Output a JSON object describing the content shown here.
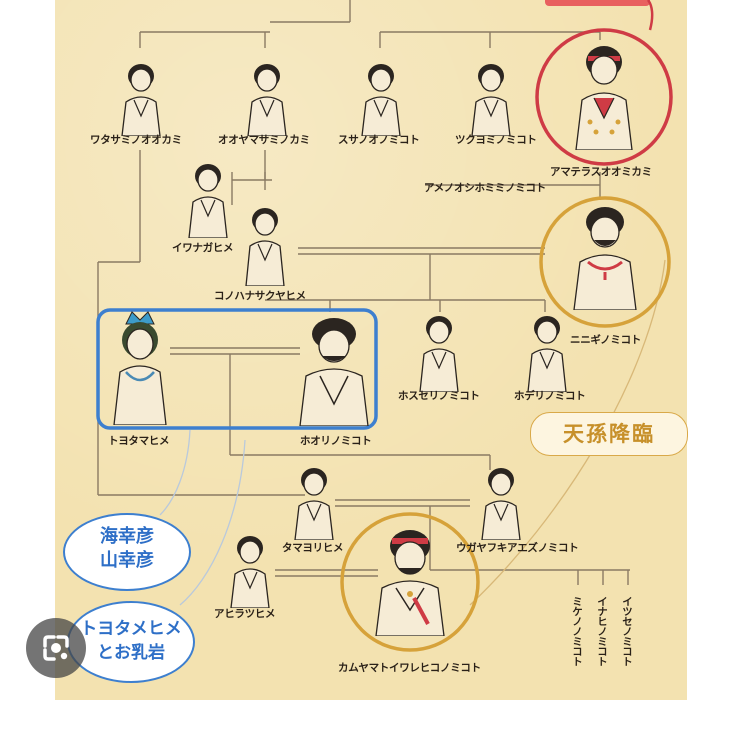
{
  "people": {
    "watatsumi": "ワタサミノオオカミ",
    "ooyamatsumi": "オオヤマサミノカミ",
    "susanoo": "スサノオノミコト",
    "tsukuyomi": "ツクヨミノミコト",
    "amaterasu": "アマテラスオオミカミ",
    "amenooshihomimi": "アメノオシホミミノミコト",
    "iwanagahime": "イワナガヒメ",
    "konohanasakuyahime": "コノハナサクヤヒメ",
    "ninigi": "ニニギノミコト",
    "toyotamahime": "トヨタマヒメ",
    "hoorinomikoto": "ホオリノミコト",
    "hoserinomikoto": "ホスセリノミコト",
    "hoderinomikoto": "ホデリノミコト",
    "tamayorihime": "タマヨリヒメ",
    "ugayafukiaezu": "ウガヤフキアエズノミコト",
    "ahiratsuhime": "アヒラツヒメ",
    "kamuyamatoiwarehiko": "カムヤマトイワレヒコノミコト",
    "mikenu": "ミケノノミコト",
    "inahi": "イナヒノミコト",
    "itsuse": "イツセノミコト"
  },
  "event": {
    "tenson_korin": "天孫降臨"
  },
  "bubbles": {
    "first": [
      "海幸彦",
      "山幸彦"
    ],
    "second": [
      "トヨタメヒメ",
      "とお乳岩"
    ]
  },
  "colors": {
    "paper": "#f3e2b0",
    "line": "#8a7a63",
    "amaterasu_ring": "#cf3b45",
    "gold_ring": "#d6a23a",
    "highlight_box": "#3d7fcf"
  }
}
